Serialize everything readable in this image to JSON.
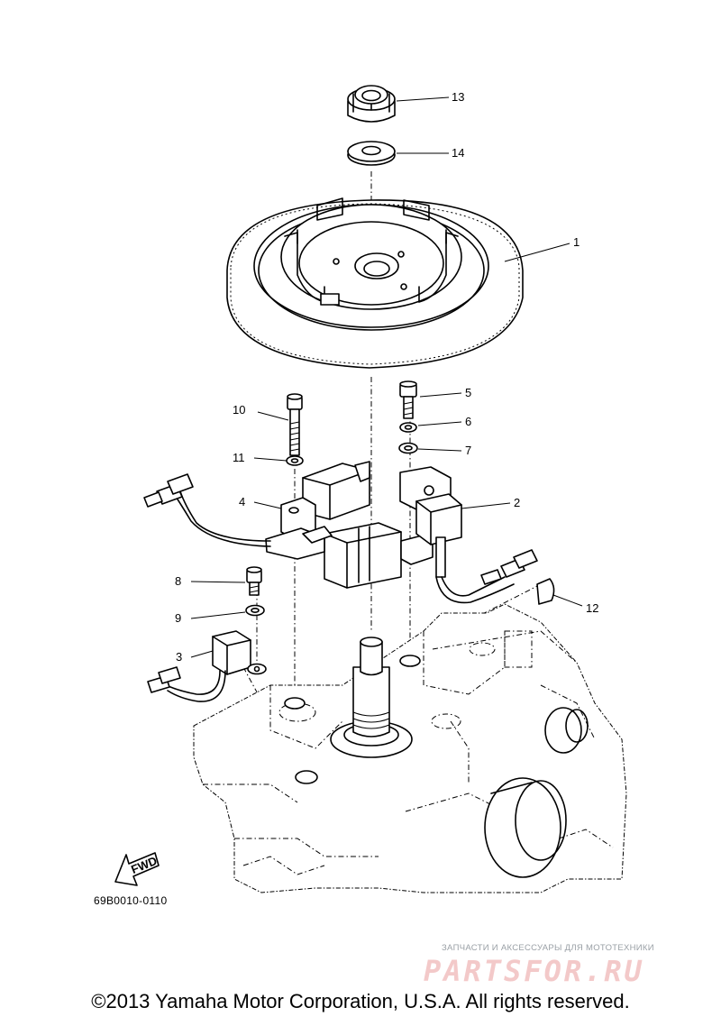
{
  "callouts": {
    "c1": "1",
    "c2": "2",
    "c3": "3",
    "c4": "4",
    "c5": "5",
    "c6": "6",
    "c7": "7",
    "c8": "8",
    "c9": "9",
    "c10": "10",
    "c11": "11",
    "c12": "12",
    "c13": "13",
    "c14": "14"
  },
  "fwd_label": "FWD",
  "reference_code": "69B0010-0110",
  "watermark": {
    "subtitle": "ЗАПЧАСТИ И АКСЕССУАРЫ ДЛЯ МОТОТЕХНИКИ",
    "brand": "PARTSFOR.RU"
  },
  "copyright": "©2013 Yamaha Motor Corporation, U.S.A. All rights reserved."
}
